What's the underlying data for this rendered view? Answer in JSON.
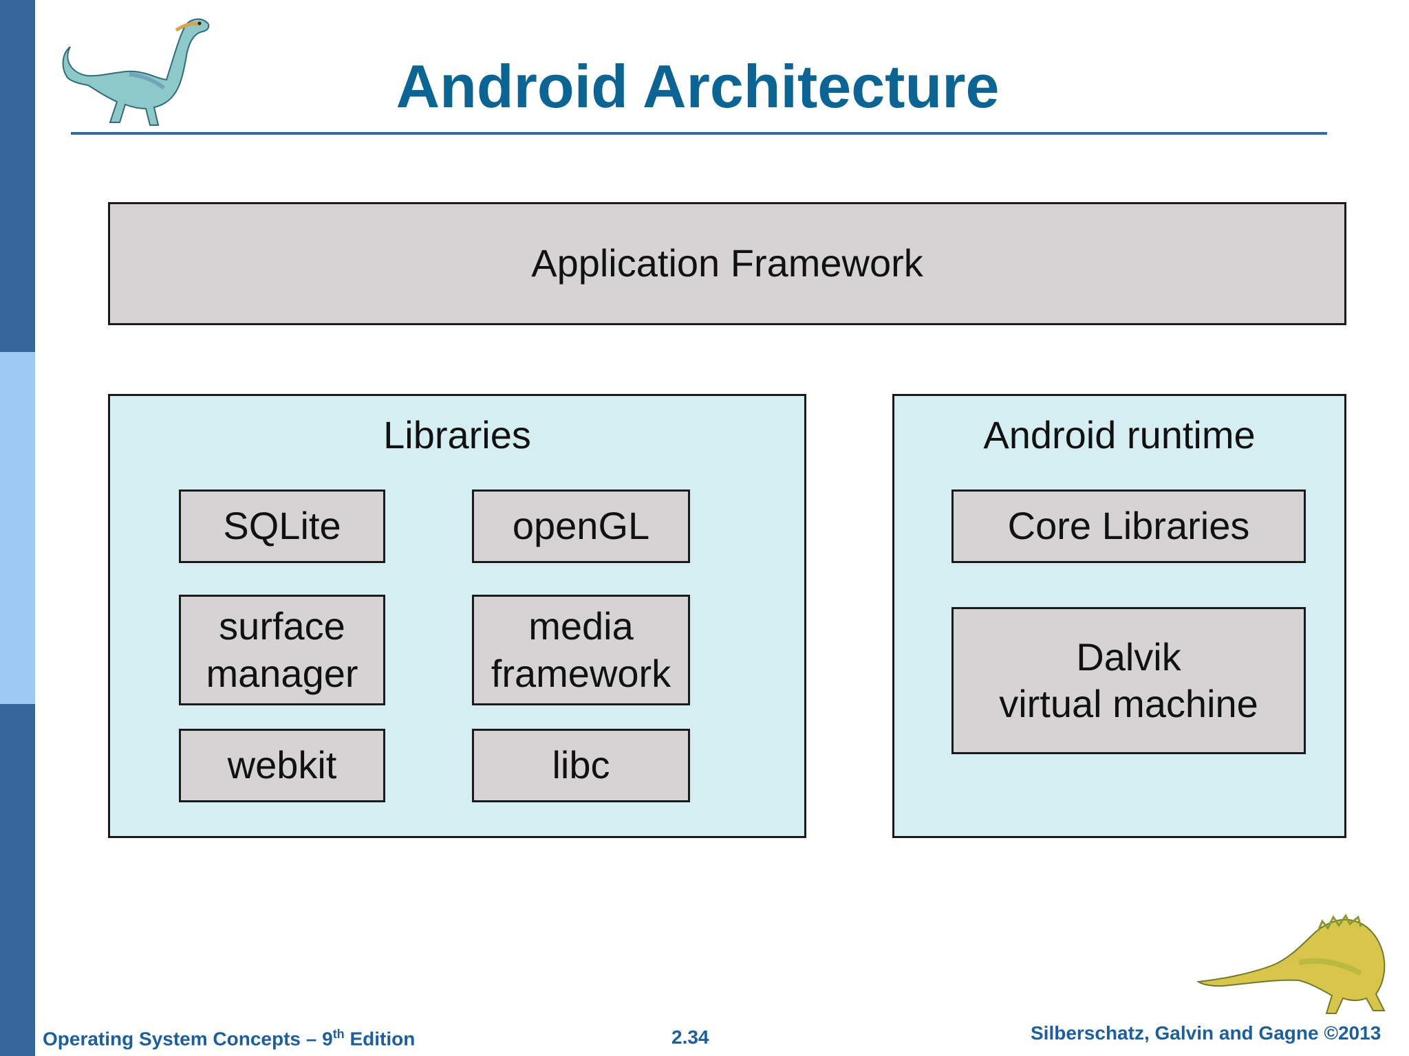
{
  "slide": {
    "title": "Android Architecture"
  },
  "diagram": {
    "app_framework": {
      "label": "Application Framework"
    },
    "libraries": {
      "label": "Libraries",
      "items": [
        {
          "line1": "SQLite",
          "line2": ""
        },
        {
          "line1": "openGL",
          "line2": ""
        },
        {
          "line1": "surface",
          "line2": "manager"
        },
        {
          "line1": "media",
          "line2": "framework"
        },
        {
          "line1": "webkit",
          "line2": ""
        },
        {
          "line1": "libc",
          "line2": ""
        }
      ]
    },
    "runtime": {
      "label": "Android runtime",
      "core_libraries": "Core Libraries",
      "dalvik_line1": "Dalvik",
      "dalvik_line2": "virtual machine"
    }
  },
  "footer": {
    "book_prefix": "Operating System Concepts – 9",
    "book_sup": "th",
    "book_suffix": " Edition",
    "page_number": "2.34",
    "copyright": "Silberschatz, Galvin and Gagne ©2013"
  },
  "colors": {
    "title": "#0b6594",
    "strip_dark": "#35659b",
    "strip_light": "#9fc9f5",
    "gray_box": "#d6d3d4",
    "cyan_box": "#d5eef2",
    "footer": "#1c5f9e"
  },
  "icons": {
    "top_left": "dinosaur-icon",
    "bottom_right": "dinosaur-icon"
  }
}
